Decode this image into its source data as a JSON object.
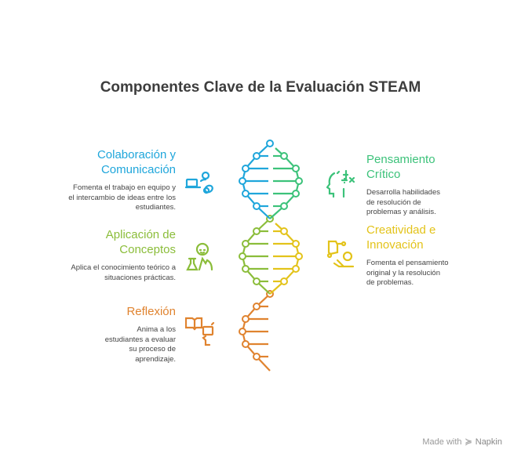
{
  "title": "Componentes Clave de la Evaluación STEAM",
  "colors": {
    "blue": "#1fa6db",
    "green": "#3cc27a",
    "lime": "#8bbd3a",
    "yellow": "#e3c31a",
    "orange": "#e0832f"
  },
  "components": {
    "colaboracion": {
      "title_line1": "Colaboración y",
      "title_line2": "Comunicación",
      "desc": "Fomenta el trabajo en equipo y el intercambio de ideas entre los estudiantes.",
      "icon": "laptop-people-icon"
    },
    "pensamiento": {
      "title_line1": "Pensamiento",
      "title_line2": "Crítico",
      "desc": "Desarrolla habilidades de resolución de problemas y análisis.",
      "icon": "head-math-icon"
    },
    "aplicacion": {
      "title_line1": "Aplicación de",
      "title_line2": "Conceptos",
      "desc": "Aplica el conocimiento teórico a situaciones prácticas.",
      "icon": "scientist-flask-icon"
    },
    "creatividad": {
      "title_line1": "Creatividad e",
      "title_line2": "Innovación",
      "desc": "Fomenta el pensamiento original y la resolución de problemas.",
      "icon": "presenter-idea-icon"
    },
    "reflexion": {
      "title_line1": "Reflexión",
      "desc": "Anima a los estudiantes a evaluar su proceso de aprendizaje.",
      "icon": "book-reflection-icon"
    }
  },
  "footer": {
    "made_with": "Made with",
    "brand": "Napkin"
  }
}
